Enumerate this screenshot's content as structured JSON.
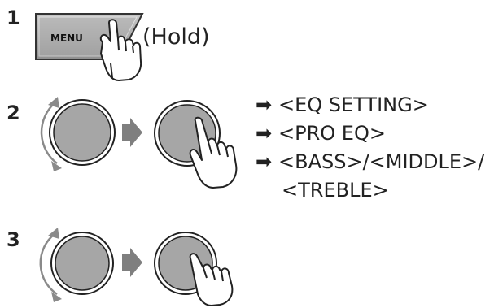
{
  "steps": [
    {
      "number": "1",
      "button_label": "MENU",
      "note": "(Hold)"
    },
    {
      "number": "2",
      "menu_path": [
        {
          "arrow": "➡",
          "text": "<EQ SETTING>"
        },
        {
          "arrow": "➡",
          "text": "<PRO EQ>"
        },
        {
          "arrow": "➡",
          "text": "<BASS>/<MIDDLE>/"
        },
        {
          "arrow": "",
          "text": "<TREBLE>"
        }
      ]
    },
    {
      "number": "3"
    }
  ],
  "icons": {
    "press_hand": "pointing-hand-icon",
    "knob": "control-knob-icon",
    "rotate": "rotate-arrows-icon",
    "next": "right-arrow-icon"
  },
  "colors": {
    "knob_fill": "#a6a6a6",
    "arrow_gray": "#808080",
    "button_fill": "#b0b0b0",
    "text": "#222222"
  }
}
